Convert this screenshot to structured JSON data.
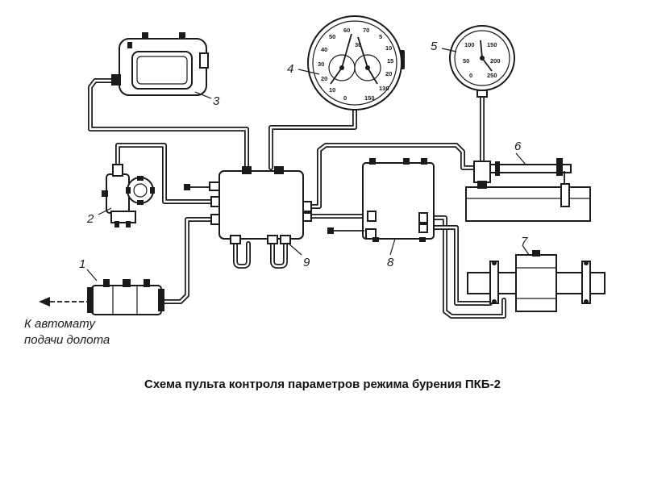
{
  "caption": "Схема пульта контроля параметров режима бурения ПКБ-2",
  "labels": {
    "n1": "1",
    "n2": "2",
    "n3": "3",
    "n4": "4",
    "n5": "5",
    "n6": "6",
    "n7": "7",
    "n8": "8",
    "n9": "9"
  },
  "note": {
    "line1": "К автомату",
    "line2": "подачи долота"
  },
  "gauge4_scale": [
    "60",
    "70",
    "50",
    "40",
    "30",
    "20",
    "10",
    "0",
    "130",
    "150",
    "5",
    "10",
    "15",
    "20",
    "30"
  ],
  "gauge5_scale": [
    "100",
    "150",
    "200",
    "250",
    "50",
    "0"
  ]
}
